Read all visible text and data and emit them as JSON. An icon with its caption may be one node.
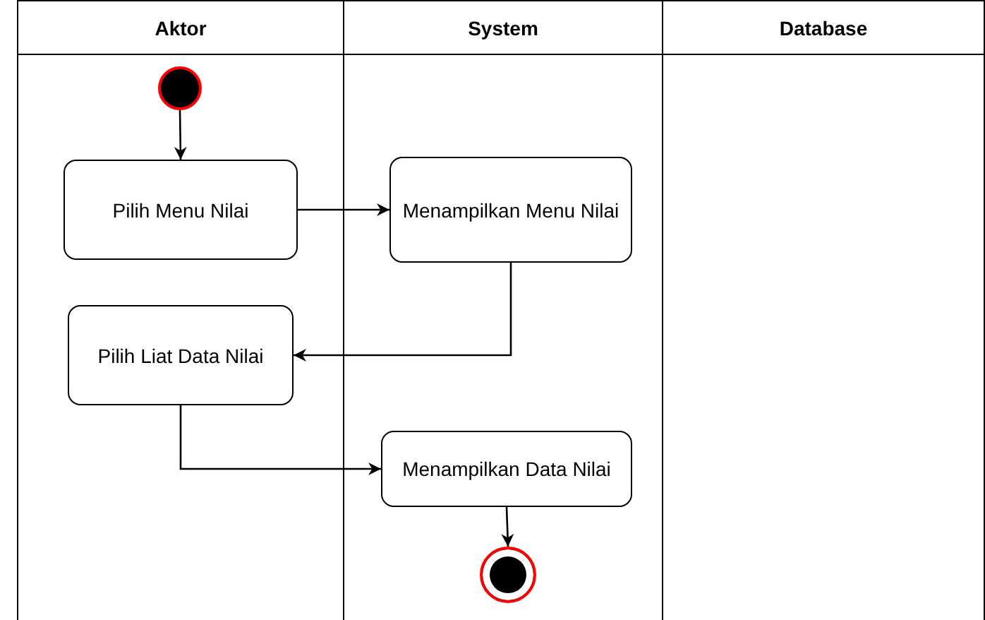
{
  "diagram": {
    "nodes": [
      {
        "text": [
          "Aktor"
        ]
      },
      {
        "text": [
          "System"
        ]
      },
      {
        "text": [
          "Database"
        ]
      },
      {
        "text": [],
        "shape": "circle",
        "in": 0
      },
      {
        "text": [
          "Pilih Menu Nilai"
        ],
        "in": 0
      },
      {
        "text": [
          "Menampilkan Menu Nilai"
        ],
        "in": 1
      },
      {
        "text": [
          "Pilih Liat Data Nilai"
        ],
        "in": 0
      },
      {
        "text": [
          "Menampilkan Data Nilai"
        ],
        "in": 1
      },
      {
        "text": [],
        "shape": "bullseye",
        "in": 1
      }
    ],
    "edges": [
      {
        "from": 3,
        "to": 4,
        "arrow": "to"
      },
      {
        "from": 4,
        "to": 5,
        "arrow": "to"
      },
      {
        "from": 5,
        "to": 6,
        "arrow": "to"
      },
      {
        "from": 6,
        "to": 7,
        "arrow": "to"
      },
      {
        "from": 7,
        "to": 8,
        "arrow": "to"
      }
    ]
  }
}
